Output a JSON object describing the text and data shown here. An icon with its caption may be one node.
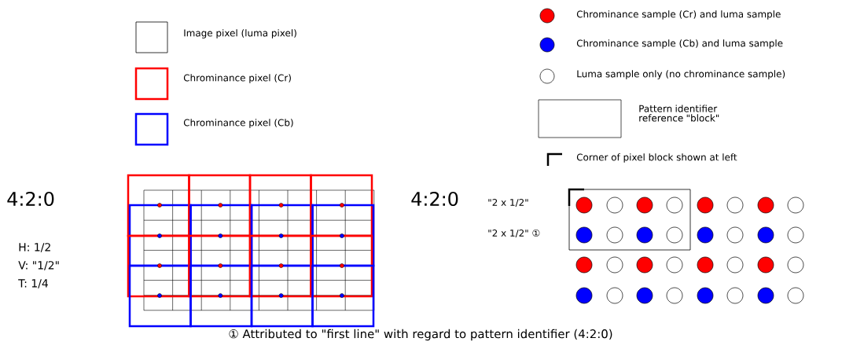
{
  "diagram": {
    "labels": [
      "4:2:0",
      "H: 1/2",
      "V: \"1/2\"",
      "T: 1/4",
      "4:2:0",
      "\"2 x 1/2\"",
      "\"2 x 1/2\" ①",
      "① Attributed to \"first line\" with regard to pattern identifier (4:2:0)"
    ],
    "legend": [
      {
        "text": "Image pixel (luma pixel)"
      },
      {
        "text": "Chrominance pixel (Cr)",
        "color": "#ff0000"
      },
      {
        "text": "Chrominance pixel (Cb)",
        "color": "#0000ff"
      },
      {
        "text": "Chrominance sample (Cr) and luma sample",
        "color": "#ff0000"
      },
      {
        "text": "Chrominance sample (Cb) and luma sample",
        "color": "#0000ff"
      },
      {
        "text": "Luma sample only (no chrominance sample)"
      },
      {
        "text": "Pattern identifier reference \"block\""
      },
      {
        "text": "Corner of pixel block shown at left"
      }
    ]
  }
}
